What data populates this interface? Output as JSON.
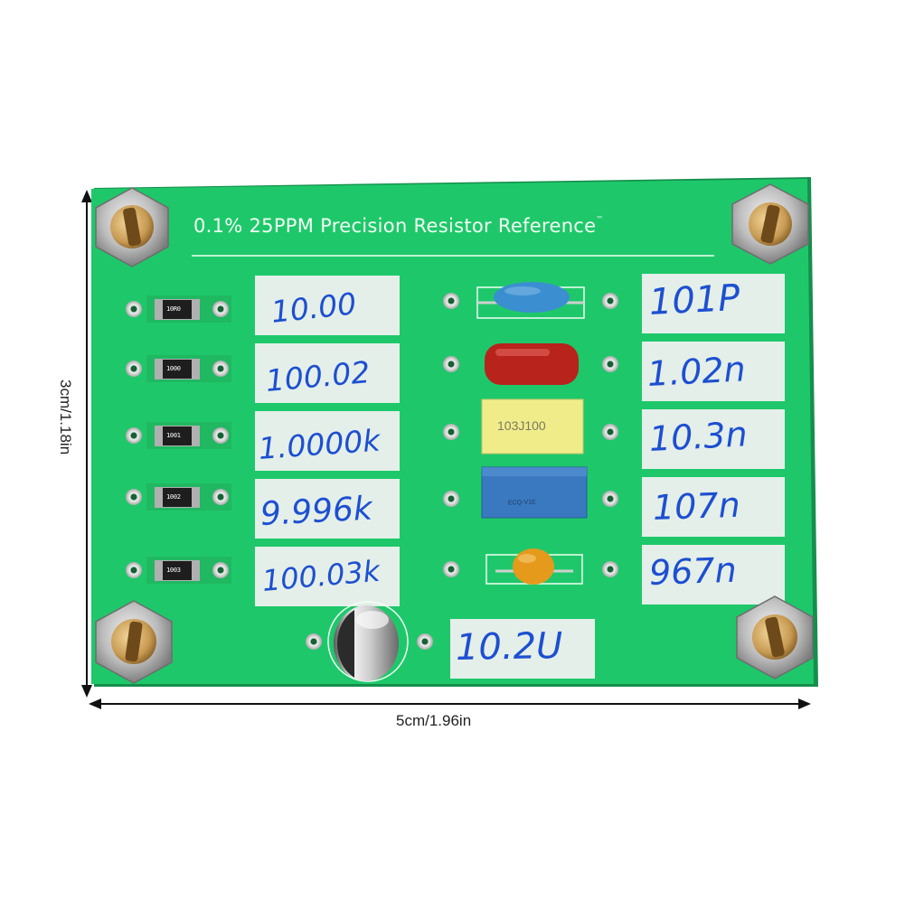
{
  "board": {
    "title": "0.1% 25PPM Precision Resistor Reference",
    "trademark": "™"
  },
  "resistors": [
    {
      "marking": "10R0",
      "value": "10.00"
    },
    {
      "marking": "1000",
      "value": "100.02"
    },
    {
      "marking": "1001",
      "value": "1.0000k"
    },
    {
      "marking": "1002",
      "value": "9.996k"
    },
    {
      "marking": "1003",
      "value": "100.03k"
    }
  ],
  "capacitors": [
    {
      "value": "101P",
      "body_color": "#3b8fd0"
    },
    {
      "value": "1.02n",
      "body_color": "#b8231c"
    },
    {
      "value": "10.3n",
      "marking": "103J100",
      "body_color": "#f1ec8a"
    },
    {
      "value": "107n",
      "marking": "ECQ-V1E",
      "body_color": "#3a79c0"
    },
    {
      "value": "967n",
      "body_color": "#e59a1c"
    }
  ],
  "electrolytic": {
    "value": "10.2U"
  },
  "dimensions": {
    "height": "3cm/1.18in",
    "width": "5cm/1.96in"
  },
  "colors": {
    "pcb": "#1ec86a",
    "silkscreen": "#f2fff4",
    "ink": "#1d4fd1",
    "brass": "#c79a52"
  }
}
